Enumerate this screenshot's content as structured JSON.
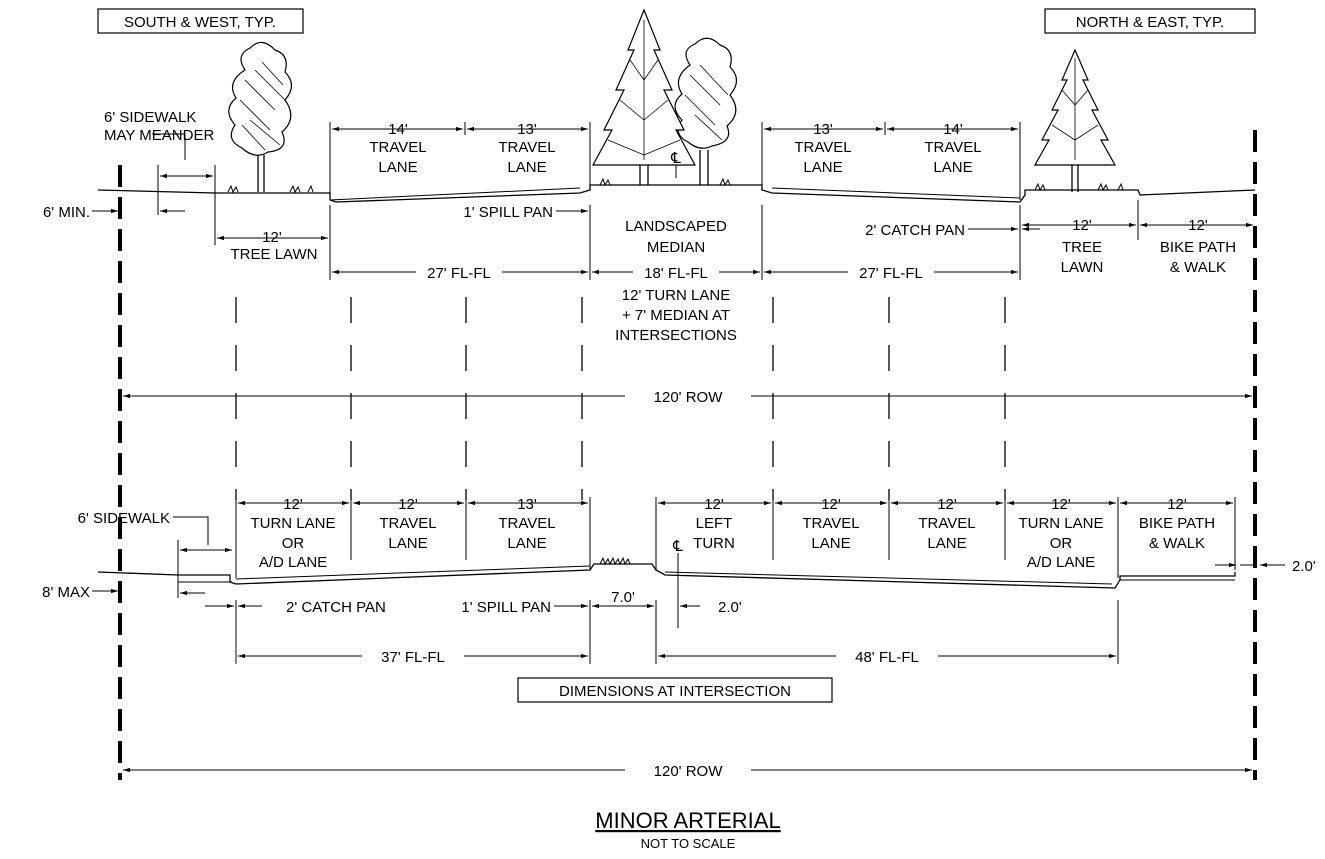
{
  "labels": {
    "south_west": "SOUTH & WEST, TYP.",
    "north_east": "NORTH & EAST, TYP.",
    "sidewalk_meander_1": "6' SIDEWALK",
    "sidewalk_meander_2": "MAY MEANDER",
    "six_min": "6' MIN.",
    "tree_lawn_w": "12'",
    "tree_lawn_l": "TREE LAWN",
    "t1_w": "14'",
    "t1_a": "TRAVEL",
    "t1_b": "LANE",
    "t2_w": "13'",
    "t2_a": "TRAVEL",
    "t2_b": "LANE",
    "t3_w": "13'",
    "t3_a": "TRAVEL",
    "t3_b": "LANE",
    "t4_w": "14'",
    "t4_a": "TRAVEL",
    "t4_b": "LANE",
    "cl_top": "℄",
    "spill_pan_top": "1' SPILL PAN",
    "landscaped_1": "LANDSCAPED",
    "landscaped_2": "MEDIAN",
    "catch_pan_top": "2' CATCH PAN",
    "tree_lawn_r_w": "12'",
    "tree_lawn_r_a": "TREE",
    "tree_lawn_r_b": "LAWN",
    "bike_r_w": "12'",
    "bike_r_a": "BIKE PATH",
    "bike_r_b": "& WALK",
    "fl_left": "27' FL-FL",
    "fl_median": "18' FL-FL",
    "fl_right": "27' FL-FL",
    "median_note_1": "12' TURN LANE",
    "median_note_2": "+ 7' MEDIAN AT",
    "median_note_3": "INTERSECTIONS",
    "row_top": "120' ROW",
    "sidewalk_b": "6' SIDEWALK",
    "b1_w": "12'",
    "b1_a": "TURN LANE",
    "b1_b": "OR",
    "b1_c": "A/D LANE",
    "b2_w": "12'",
    "b2_a": "TRAVEL",
    "b2_b": "LANE",
    "b3_w": "13'",
    "b3_a": "TRAVEL",
    "b3_b": "LANE",
    "b4_w": "12'",
    "b4_a": "LEFT",
    "b4_b": "TURN",
    "b5_w": "12'",
    "b5_a": "TRAVEL",
    "b5_b": "LANE",
    "b6_w": "12'",
    "b6_a": "TRAVEL",
    "b6_b": "LANE",
    "b7_w": "12'",
    "b7_a": "TURN LANE",
    "b7_b": "OR",
    "b7_c": "A/D LANE",
    "b8_w": "12'",
    "b8_a": "BIKE PATH",
    "b8_b": "& WALK",
    "cl_bottom": "℄",
    "eight_max": "8' MAX",
    "catch_pan_bottom": "2' CATCH PAN",
    "spill_pan_bottom": "1' SPILL PAN",
    "seven": "7.0'",
    "two_a": "2.0'",
    "two_b": "2.0'",
    "fl_b_left": "37' FL-FL",
    "fl_b_right": "48' FL-FL",
    "intersection": "DIMENSIONS AT INTERSECTION",
    "row_bottom": "120' ROW",
    "title": "MINOR ARTERIAL",
    "subtitle": "NOT TO SCALE"
  }
}
